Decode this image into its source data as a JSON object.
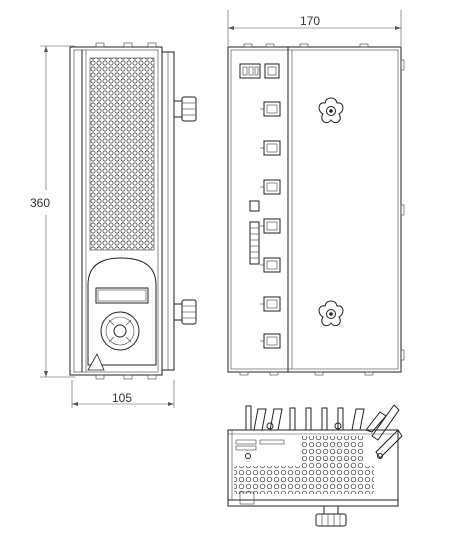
{
  "dimensions": {
    "width_top": "170",
    "height_left": "360",
    "depth_bottom": "105"
  },
  "colors": {
    "line": "#222222",
    "fill_light": "#f4f4f4",
    "fill_mid": "#d9d9d9",
    "fill_dark": "#8a8a8a"
  }
}
